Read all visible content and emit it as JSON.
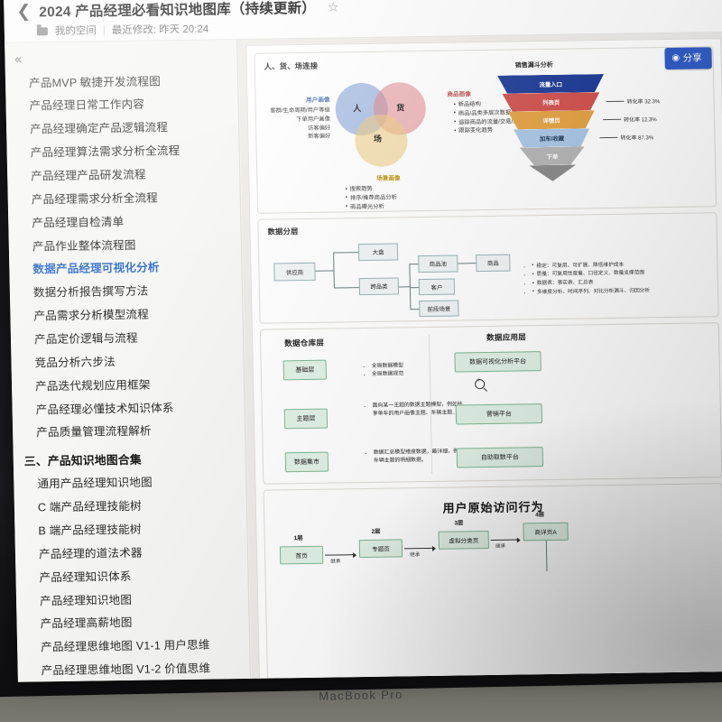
{
  "device": {
    "brand_label": "MacBook Pro"
  },
  "header": {
    "back_icon": "back-chevron-icon",
    "title": "2024 产品经理必看知识地图库（持续更新）",
    "star_icon": "star-outline-icon",
    "folder_icon": "folder-icon",
    "space_label": "我的空间",
    "modified_label": "最近修改: 昨天 20:24"
  },
  "sidebar": {
    "collapse_icon": "double-chevron-left-icon",
    "items": [
      {
        "label": "产品MVP 敏捷开发流程图",
        "type": "item",
        "active": false
      },
      {
        "label": "产品经理日常工作内容",
        "type": "item",
        "active": false
      },
      {
        "label": "产品经理确定产品逻辑流程",
        "type": "item",
        "active": false
      },
      {
        "label": "产品经理算法需求分析全流程",
        "type": "item",
        "active": false
      },
      {
        "label": "产品经理产品研发流程",
        "type": "item",
        "active": false
      },
      {
        "label": "产品经理需求分析全流程",
        "type": "item",
        "active": false
      },
      {
        "label": "产品经理自检清单",
        "type": "item",
        "active": false
      },
      {
        "label": "产品作业整体流程图",
        "type": "item",
        "active": false
      },
      {
        "label": "数据产品经理可视化分析",
        "type": "item",
        "active": true
      },
      {
        "label": "数据分析报告撰写方法",
        "type": "item",
        "active": false
      },
      {
        "label": "产品需求分析模型流程",
        "type": "item",
        "active": false
      },
      {
        "label": "产品定价逻辑与流程",
        "type": "item",
        "active": false
      },
      {
        "label": "竞品分析六步法",
        "type": "item",
        "active": false
      },
      {
        "label": "产品迭代规划应用框架",
        "type": "item",
        "active": false
      },
      {
        "label": "产品经理必懂技术知识体系",
        "type": "item",
        "active": false
      },
      {
        "label": "产品质量管理流程解析",
        "type": "item",
        "active": false
      },
      {
        "label": "三、产品知识地图合集",
        "type": "section",
        "active": false
      },
      {
        "label": "通用产品经理知识地图",
        "type": "item",
        "active": false
      },
      {
        "label": "C 端产品经理技能树",
        "type": "item",
        "active": false
      },
      {
        "label": "B 端产品经理技能树",
        "type": "item",
        "active": false
      },
      {
        "label": "产品经理的道法术器",
        "type": "item",
        "active": false
      },
      {
        "label": "产品经理知识体系",
        "type": "item",
        "active": false
      },
      {
        "label": "产品经理知识地图",
        "type": "item",
        "active": false
      },
      {
        "label": "产品经理高薪地图",
        "type": "item",
        "active": false
      },
      {
        "label": "产品经理思维地图 V1-1 用户思维",
        "type": "item",
        "active": false
      },
      {
        "label": "产品经理思维地图 V1-2 价值思维",
        "type": "item",
        "active": false
      }
    ]
  },
  "toolbar": {
    "share_label": "分享",
    "share_icon": "share-globe-icon"
  },
  "canvas": {
    "renhuochang": {
      "title": "人、货、场连接",
      "venn": {
        "person": "人",
        "goods": "货",
        "scene": "场"
      },
      "user_portrait": {
        "heading": "用户画像",
        "lines": [
          "客群/生命周期/用户等级",
          "下单用户画像",
          "访客偏好",
          "新客偏好"
        ]
      },
      "goods_portrait": {
        "heading": "商品画像",
        "lines": [
          "新品结构",
          "商品/品类多层次数据",
          "追踪商品的流量/交易/活动/价格/标签",
          "跟踪变化趋势"
        ]
      },
      "scene_portrait": {
        "heading": "场景画像",
        "lines": [
          "搜索趋势",
          "排序/推荐商品分析",
          "商品曝光分析"
        ]
      }
    },
    "funnel": {
      "title": "销售漏斗分析",
      "stages": [
        {
          "label": "流量入口",
          "color": "#1f3fa0"
        },
        {
          "label": "列表页",
          "color": "#d9534f"
        },
        {
          "label": "详情页",
          "color": "#e8a33d"
        },
        {
          "label": "加车/收藏",
          "color": "#a8c6e8"
        },
        {
          "label": "下单",
          "color": "#b5b5b5"
        }
      ],
      "conversions": [
        "转化率 32.3%",
        "转化率 12.3%",
        "转化率 87.3%"
      ]
    },
    "layering": {
      "title": "数据分层",
      "nodes": {
        "supplier": "供应商",
        "overall": "大盘",
        "cross_category": "跨品类",
        "goods_pool": "商品池",
        "customer": "客户",
        "front_scene": "前段场景",
        "goods": "商品"
      },
      "bullets": [
        "稳定：可复用、可扩展、降低维护成本",
        "质量：可复用性度量、口径定义、数量支撑范围",
        "数据表：事实表、汇总表",
        "多维度分析、时间序列、对比分析漏斗、归因分析"
      ]
    },
    "warehouse": {
      "title": "数据仓库层",
      "layers": [
        {
          "name": "基础层",
          "notes": [
            "全局数据模型",
            "全局数据规范"
          ]
        },
        {
          "name": "主题层",
          "notes": [
            "面向某一主题的数据主题模型，例如共享单车的用户画像主题、车辆主题.."
          ]
        },
        {
          "name": "数据集市",
          "notes": [
            "数据汇总模型维度数据，最详细，例如车辆主题的明细数据。"
          ]
        }
      ]
    },
    "application": {
      "title": "数据应用层",
      "platforms": [
        "数据可视化分析平台",
        "营销平台",
        "自助取数平台"
      ],
      "zoom_icon": "magnifier-plus-icon"
    },
    "visit_behavior": {
      "title": "用户原始访问行为",
      "steps": [
        {
          "tier": "1层",
          "label": "首页"
        },
        {
          "tier": "2层",
          "label": "专题页"
        },
        {
          "tier": "3层",
          "label": "虚拟分类页"
        },
        {
          "tier": "4层",
          "label": "商详页A"
        }
      ],
      "edge_labels": [
        "继承",
        "继承",
        "继承"
      ]
    }
  }
}
